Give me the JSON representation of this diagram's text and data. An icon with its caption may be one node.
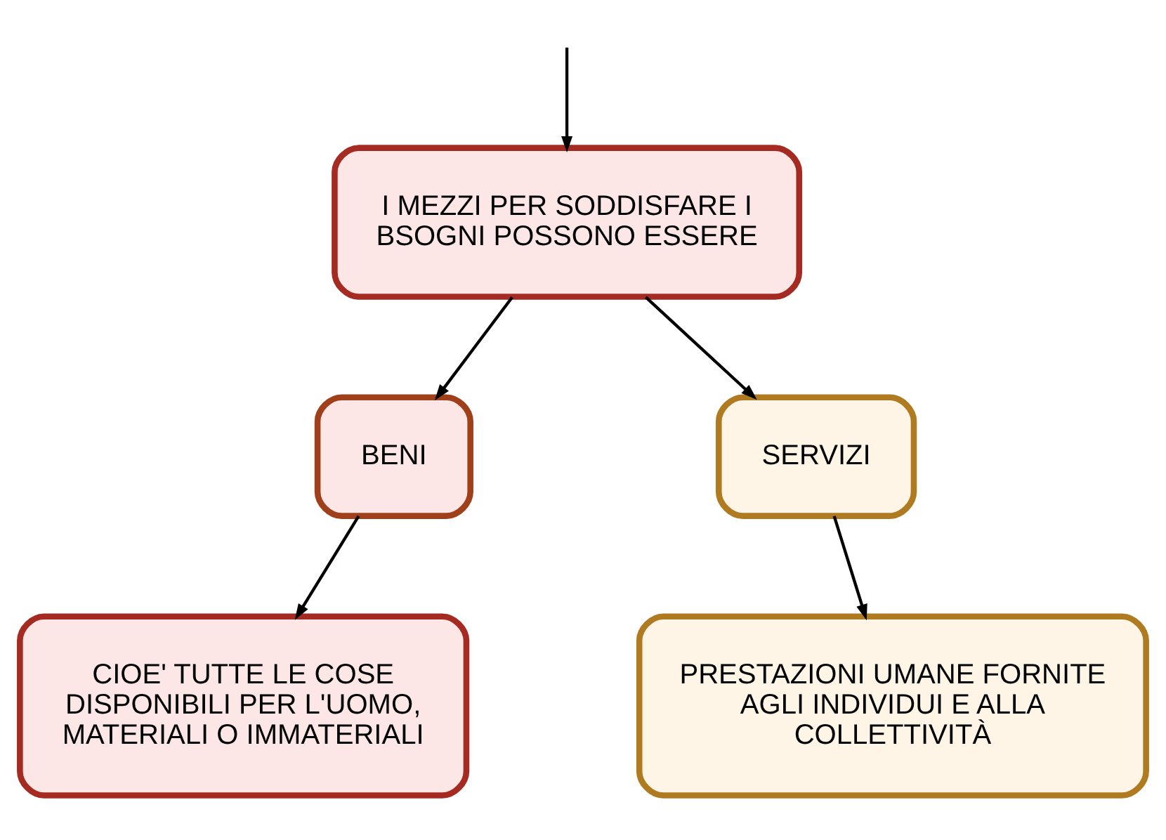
{
  "diagram": {
    "nodes": [
      {
        "text": [
          "I MEZZI PER SODDISFARE I BSOGNI POSSONO ESSERE"
        ]
      },
      {
        "text": [
          "BENI"
        ]
      },
      {
        "text": [
          "SERVIZI"
        ]
      },
      {
        "text": [
          "CIOE' TUTTE LE COSE DISPONIBILI PER L'UOMO, MATERIALI O IMMATERIALI"
        ]
      },
      {
        "text": [
          "PRESTAZIONI UMANE FORNITE AGLI INDIVIDUI E ALLA COLLETTIVITÀ"
        ]
      }
    ],
    "edges": [
      {
        "from": null,
        "to": 0,
        "arrow": "to"
      },
      {
        "from": 0,
        "to": 1,
        "arrow": "to"
      },
      {
        "from": 0,
        "to": 2,
        "arrow": "to"
      },
      {
        "from": 1,
        "to": 3,
        "arrow": "to"
      },
      {
        "from": 2,
        "to": 4,
        "arrow": "to"
      }
    ]
  }
}
